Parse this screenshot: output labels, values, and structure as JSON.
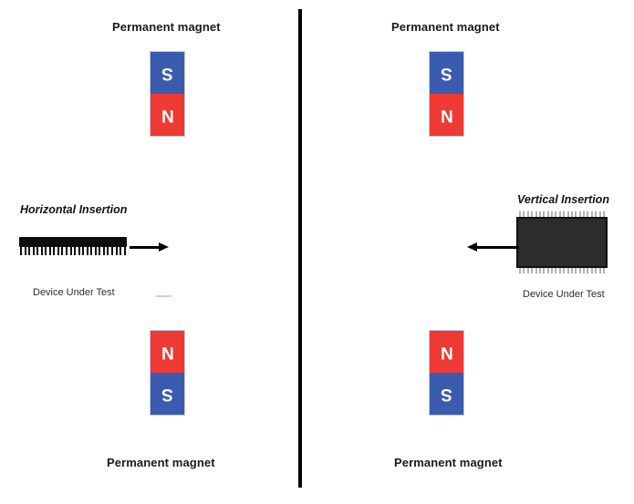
{
  "figure": {
    "divider_color": "#000000",
    "background": "#ffffff"
  },
  "colors": {
    "north_pole": "#EE3A33",
    "south_pole": "#3A5BAE",
    "ic_body_side": "#0D0D0D",
    "ic_body_top": "#2E2B2B",
    "ic_pin": "#C9C9C9",
    "arrow": "#000000",
    "text": "#1A1A1A"
  },
  "left_panel": {
    "name": "horizontal-insertion-setup",
    "top_heading": "Permanent magnet",
    "bottom_heading": "Permanent magnet",
    "insertion_label": "Horizontal Insertion",
    "dut_label": "Device Under Test",
    "top_magnet": {
      "upper_pole": "S",
      "lower_pole": "N"
    },
    "bottom_magnet": {
      "upper_pole": "N",
      "lower_pole": "S"
    },
    "arrow_direction": "right",
    "dut_view": "side-view",
    "dut_pin_count": 26
  },
  "right_panel": {
    "name": "vertical-insertion-setup",
    "top_heading": "Permanent magnet",
    "bottom_heading": "Permanent magnet",
    "insertion_label": "Vertical Insertion",
    "dut_label": "Device Under Test",
    "top_magnet": {
      "upper_pole": "S",
      "lower_pole": "N"
    },
    "bottom_magnet": {
      "upper_pole": "N",
      "lower_pole": "S"
    },
    "arrow_direction": "left",
    "dut_view": "top-view",
    "dut_pin_count": 22
  }
}
